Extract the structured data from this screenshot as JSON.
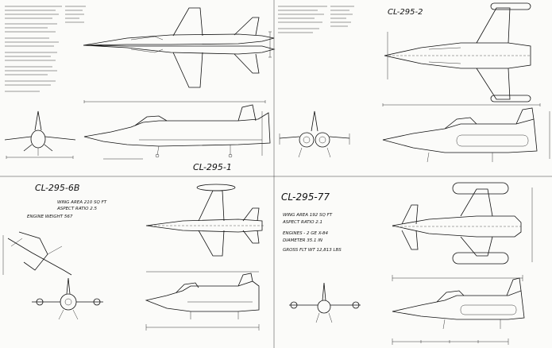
{
  "sheets": {
    "cl295_1": {
      "label": "CL-295-1"
    },
    "cl295_2": {
      "label": "CL-295-2"
    },
    "cl295_6b": {
      "label": "CL-295-6B",
      "notes": [
        "WING AREA 210 SQ FT",
        "ASPECT RATIO 2.5",
        "ENGINE WEIGHT 567"
      ]
    },
    "cl295_7": {
      "label": "CL-295-77",
      "notes": [
        "WING AREA 192 SQ FT",
        "ASPECT RATIO 2.1",
        "ENGINES - 2 GE X-84",
        "DIAMETER 35.1 IN",
        "GROSS FLT WT 12,813 LBS"
      ]
    }
  },
  "colors": {
    "ink": "#111111",
    "paper": "#fbfbf9"
  }
}
